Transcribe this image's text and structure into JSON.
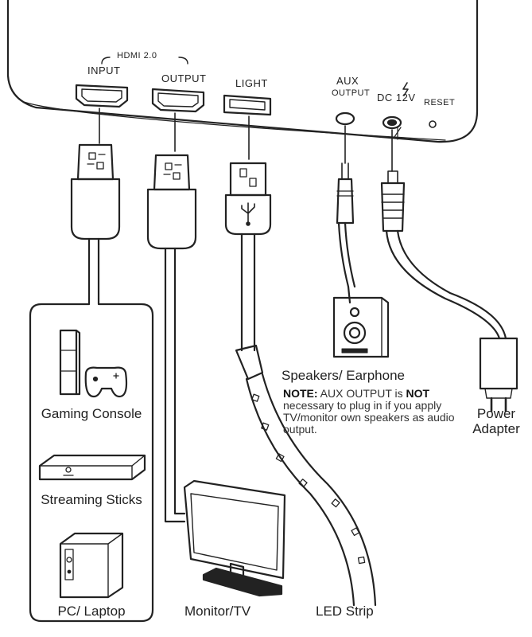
{
  "hub": {
    "hdmi_group": "HDMI 2.0",
    "ports": {
      "input": "INPUT",
      "output": "OUTPUT",
      "light": "LIGHT",
      "aux_line1": "AUX",
      "aux_line2": "OUTPUT",
      "dc": "DC 12V",
      "reset": "RESET"
    }
  },
  "sources": [
    {
      "name": "gaming-console",
      "label": "Gaming Console",
      "icon": "game-console-icon"
    },
    {
      "name": "streaming-sticks",
      "label": "Streaming Sticks",
      "icon": "streaming-box-icon"
    },
    {
      "name": "pc-laptop",
      "label": "PC/ Laptop",
      "icon": "pc-tower-icon"
    }
  ],
  "monitor": {
    "label": "Monitor/TV",
    "icon": "monitor-icon"
  },
  "led_strip": {
    "label": "LED Strip",
    "icon": "led-strip-icon"
  },
  "speakers": {
    "label": "Speakers/ Earphone",
    "icon": "speaker-icon",
    "note": {
      "prefix": "NOTE:",
      "text_a": " AUX OUTPUT is ",
      "emph": "NOT",
      "text_b": " necessary to plug in if you apply TV/monitor own speakers as audio output."
    }
  },
  "power": {
    "label_line1": "Power",
    "label_line2": "Adapter",
    "icon": "power-adapter-icon"
  },
  "connectors": {
    "usb_symbol": "usb-icon",
    "dc_symbol": "lightning-icon"
  }
}
